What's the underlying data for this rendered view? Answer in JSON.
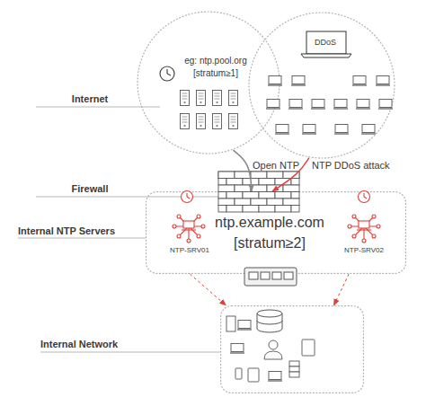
{
  "diagram": {
    "nodes": [
      {
        "text": [
          "eg: ntp.pool.org",
          "[stratum≥1]"
        ]
      },
      {
        "text": [
          "DDoS"
        ]
      },
      {
        "text": [
          "Internal NTP Servers",
          "ntp.example.com",
          "[stratum≥2]"
        ]
      },
      {
        "text": [
          "NTP-SRV01"
        ],
        "in": 2
      },
      {
        "text": [
          "NTP-SRV02"
        ],
        "in": 2
      },
      {
        "text": [
          "Internal Network"
        ]
      }
    ],
    "edges": [
      {
        "from": 0,
        "to": 2,
        "arrow": "to",
        "label": "Open NTP"
      },
      {
        "from": 1,
        "to": 2,
        "arrow": "to",
        "label": "NTP DDoS attack"
      },
      {
        "from": 2,
        "to": 5,
        "arrow": "to"
      },
      {
        "from": 2,
        "to": 5,
        "arrow": "to"
      }
    ],
    "labels": [
      "Internet",
      "Firewall"
    ]
  }
}
